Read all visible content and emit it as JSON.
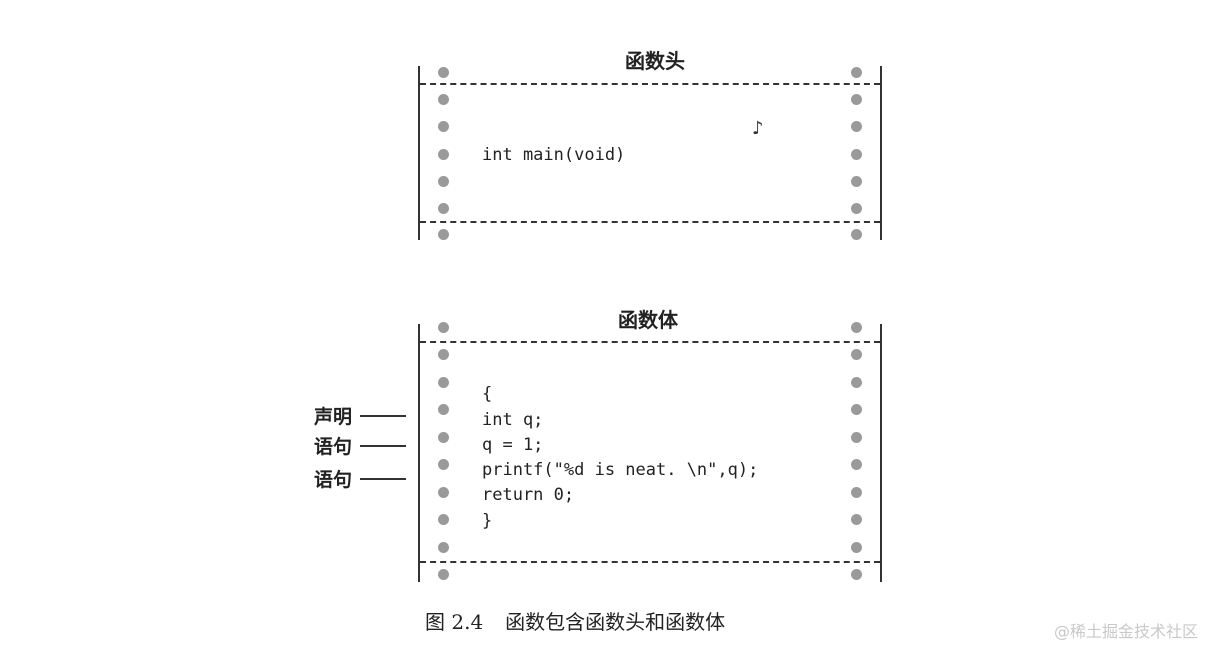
{
  "figure": {
    "header_panel": {
      "title": "函数头",
      "code_lines": [
        "int main(void)"
      ]
    },
    "body_panel": {
      "title": "函数体",
      "code_lines": [
        "{",
        "int q;",
        "q = 1;",
        "printf(\"%d is neat. \\n\",q);",
        "return 0;",
        "}"
      ],
      "annotations": [
        "声明",
        "语句",
        "语句"
      ]
    },
    "caption_number": "图 2.4",
    "caption_text": "函数包含函数头和函数体"
  },
  "watermark": "@稀土掘金技术社区"
}
